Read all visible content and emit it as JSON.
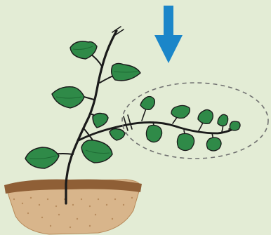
{
  "diagram": {
    "colors": {
      "background": "#e3ecd5",
      "leaf_fill": "#2f8a48",
      "leaf_dark": "#1e6b34",
      "outline": "#1a1a1a",
      "arrow": "#1b86c9",
      "soil_top": "#8f5f36",
      "soil_body": "#d8b58b",
      "dashed_region": "#707070"
    },
    "elements": {
      "pointer": "downward-arrow",
      "cuts": "cut-marks",
      "highlight": "dashed-ellipse"
    }
  }
}
